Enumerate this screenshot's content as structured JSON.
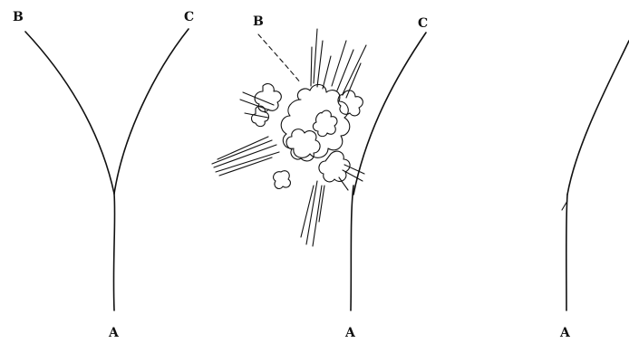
{
  "panels": [
    {
      "top_left": "B",
      "top_right": "C",
      "bottom": "A"
    },
    {
      "top_left": "B",
      "top_right": "C",
      "bottom": "A"
    },
    {
      "top_left": "",
      "top_right": "",
      "bottom": "A"
    }
  ]
}
